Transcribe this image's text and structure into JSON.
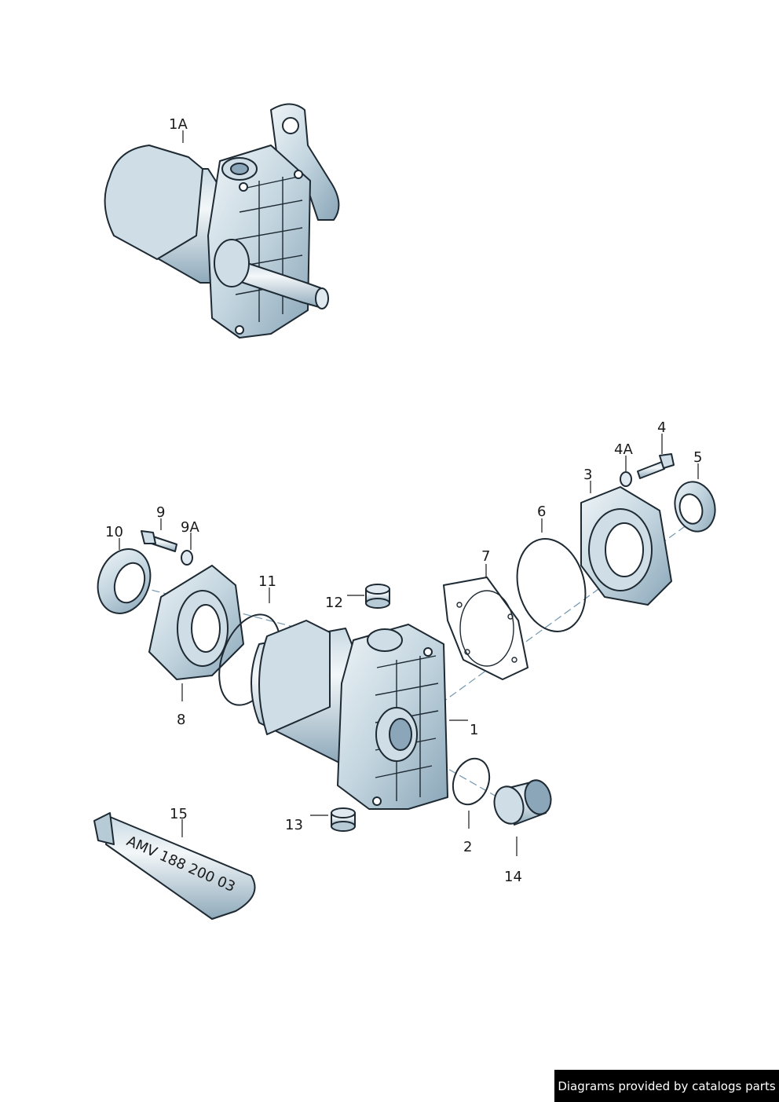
{
  "colors": {
    "metal_light": "#dfe9ef",
    "metal_mid": "#b7cbd7",
    "metal_dark": "#8aa6b8",
    "outline": "#1e2a33"
  },
  "callouts": {
    "p1A": "1A",
    "p1": "1",
    "p2": "2",
    "p3": "3",
    "p4": "4",
    "p4A": "4A",
    "p5": "5",
    "p6": "6",
    "p7": "7",
    "p8": "8",
    "p9": "9",
    "p9A": "9A",
    "p10": "10",
    "p11": "11",
    "p12": "12",
    "p13": "13",
    "p14": "14",
    "p15": "15"
  },
  "tube_label": "AMV 188 200 03",
  "footer": "Diagrams provided by catalogs parts"
}
